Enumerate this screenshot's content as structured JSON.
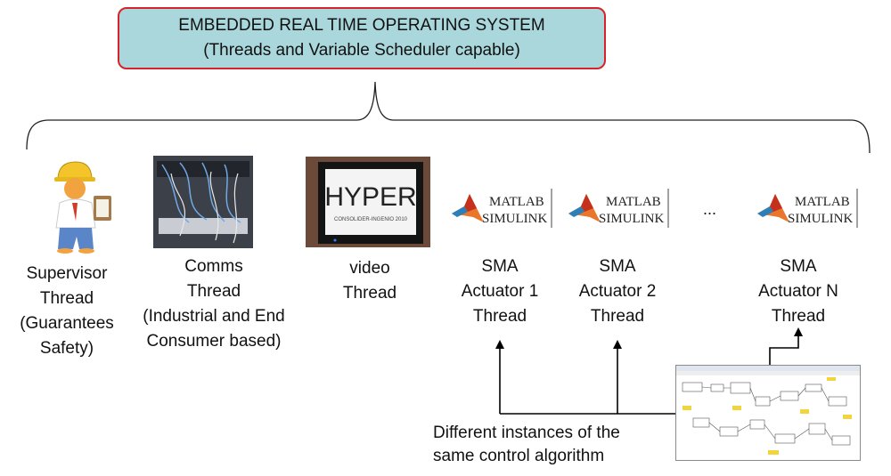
{
  "header": {
    "line1": "EMBEDDED REAL TIME OPERATING SYSTEM",
    "line2": "(Threads and Variable Scheduler capable)"
  },
  "threads": {
    "supervisor": [
      "Supervisor",
      "Thread",
      "(Guarantees",
      "Safety)"
    ],
    "comms": [
      "Comms",
      "Thread",
      "(Industrial and End",
      "Consumer based)"
    ],
    "video": [
      "video",
      "Thread"
    ],
    "sma1": [
      "SMA",
      "Actuator 1",
      "Thread"
    ],
    "sma2": [
      "SMA",
      "Actuator 2",
      "Thread"
    ],
    "smaN": [
      "SMA",
      "Actuator N",
      "Thread"
    ]
  },
  "ellipsis": "...",
  "caption": [
    "Different instances of the",
    "same control algorithm"
  ],
  "logo": {
    "line1": "MATLAB",
    "line2": "SIMULINK"
  },
  "screen": {
    "brand": "HYPER",
    "subtitle": "CONSOLIDER-INGENIO 2010"
  },
  "colors": {
    "header_fill": "#a9d7dc",
    "header_border": "#d6242a",
    "matlab_orange": "#e9762b",
    "matlab_red": "#c4321e",
    "simulink_highlight": "#f2d43f"
  }
}
